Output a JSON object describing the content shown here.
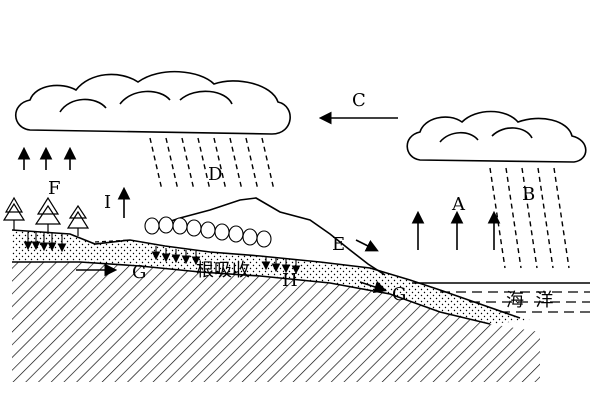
{
  "labels": {
    "A": "A",
    "B": "B",
    "C": "C",
    "D": "D",
    "E": "E",
    "F": "F",
    "G_land": "G",
    "G_sea": "G",
    "H": "H",
    "I": "I",
    "root_absorption": "根吸收",
    "ocean": "海  洋"
  }
}
